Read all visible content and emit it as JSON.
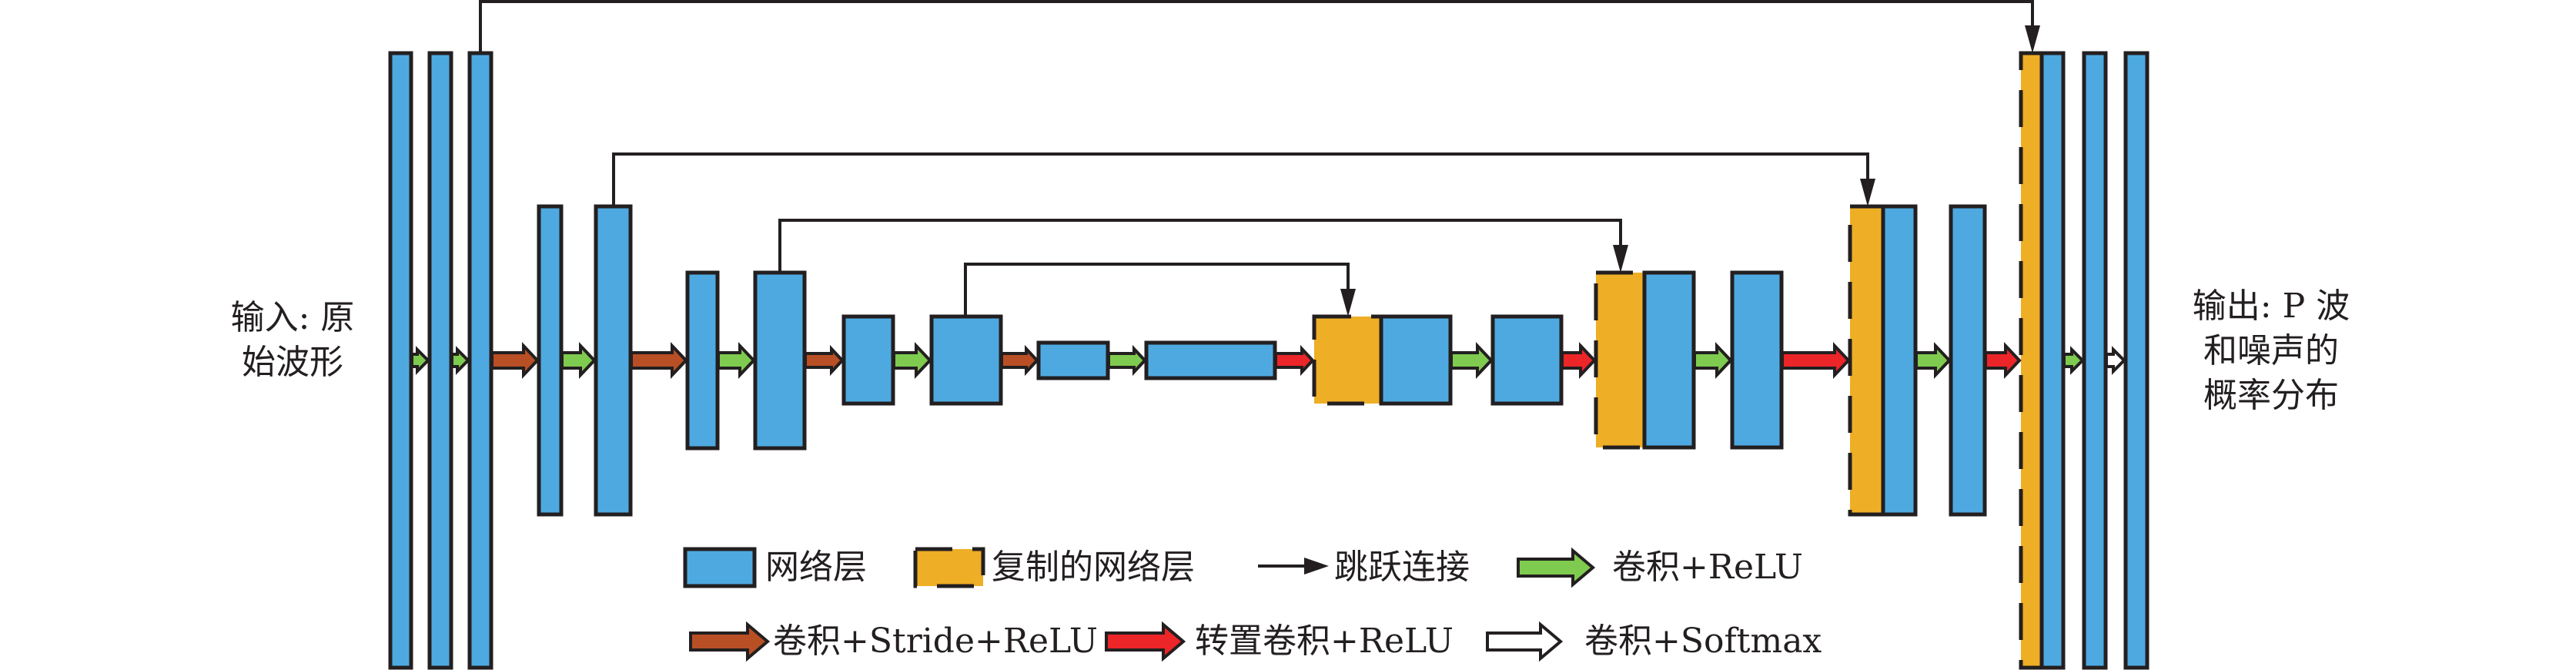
{
  "colors": {
    "layer": "#4ea9e0",
    "copied_layer": "#eeae26",
    "outline": "#231f20",
    "conv_relu": "#7ecb4f",
    "conv_stride_relu": "#b84f25",
    "transposed_conv_relu": "#ec2529",
    "conv_softmax": "#ffffff"
  },
  "labels": {
    "input_line1": "输入: 原",
    "input_line2": "始波形",
    "output_line1": "输出: P 波",
    "output_line2": "和噪声的",
    "output_line3": "概率分布"
  },
  "legend": {
    "layer": "网络层",
    "copied_layer": "复制的网络层",
    "skip_connection": "跳跃连接",
    "conv_relu": "卷积+ReLU",
    "conv_stride_relu": "卷积+Stride+ReLU",
    "transposed_conv_relu": "转置卷积+ReLU",
    "conv_softmax": "卷积+Softmax"
  },
  "network": {
    "encoder_levels": 5,
    "decoder_levels": 4,
    "skip_connections": 4,
    "operation_sequence": [
      "conv_relu",
      "conv_relu",
      "conv_stride_relu",
      "conv_relu",
      "conv_stride_relu",
      "conv_relu",
      "conv_stride_relu",
      "conv_relu",
      "conv_stride_relu",
      "conv_relu",
      "transposed_conv_relu",
      "conv_relu",
      "transposed_conv_relu",
      "conv_relu",
      "transposed_conv_relu",
      "conv_relu",
      "transposed_conv_relu",
      "conv_relu",
      "conv_softmax"
    ]
  }
}
